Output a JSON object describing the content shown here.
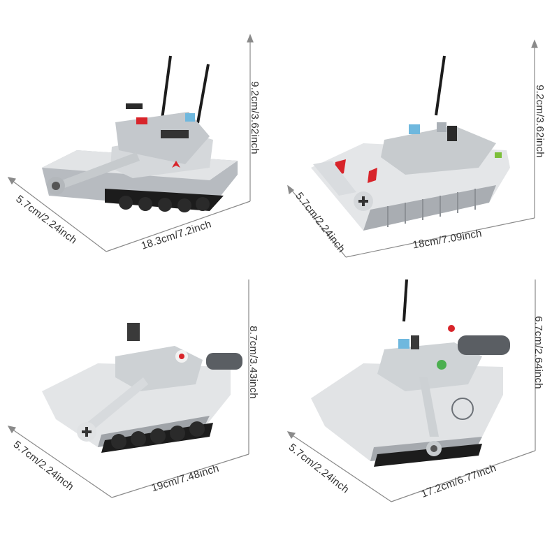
{
  "colors": {
    "dimension_line": "#8a8a8a",
    "label": "#333333",
    "tank_light": "#e6e8ea",
    "tank_mid": "#a9adb2",
    "tank_dark": "#5e6267",
    "track": "#1c1c1c",
    "red_accent": "#d8242a",
    "blue_accent": "#6fb8de"
  },
  "panels": [
    {
      "id": "top-left",
      "height": "9.2cm/3.62inch",
      "width": "5.7cm/2.24inch",
      "length": "18.3cm/7.2inch"
    },
    {
      "id": "top-right",
      "height": "9.2cm/3.62inch",
      "width": "5.7cm/2.24inch",
      "length": "18cm/7.09inch"
    },
    {
      "id": "bottom-left",
      "height": "8.7cm/3.43inch",
      "width": "5.7cm/2.24inch",
      "length": "19cm/7.48inch"
    },
    {
      "id": "bottom-right",
      "height": "6.7cm/2.64inch",
      "width": "5.7cm/2.24inch",
      "length": "17.2cm/6.77inch"
    }
  ]
}
